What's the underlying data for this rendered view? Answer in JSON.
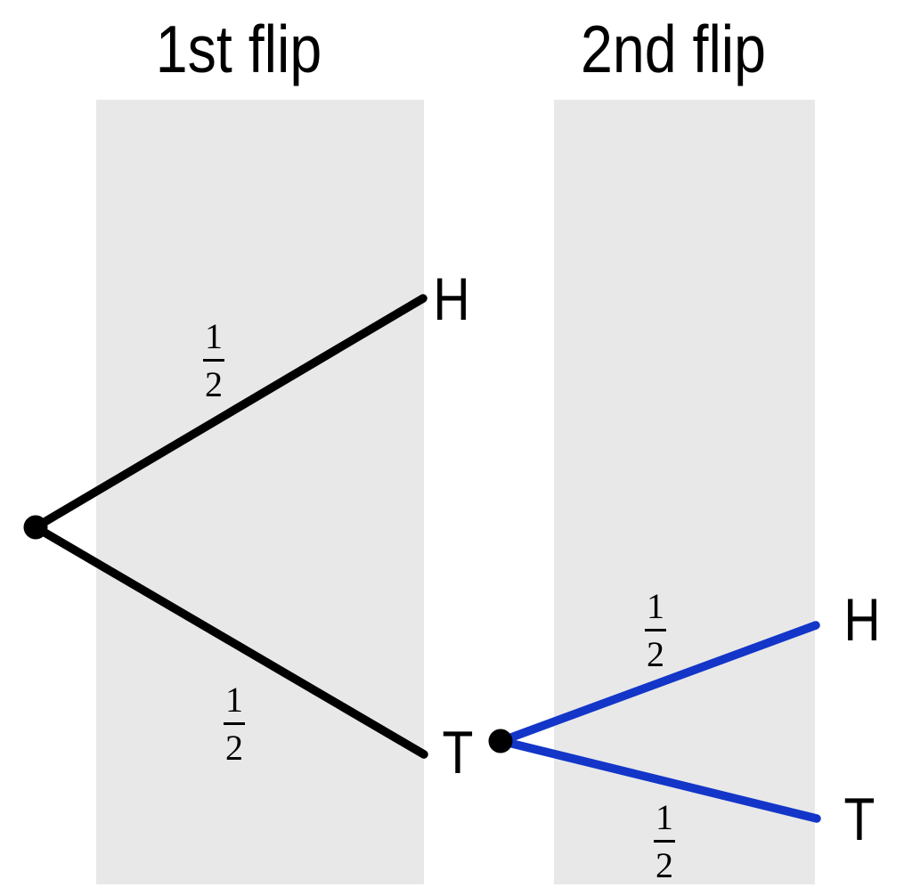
{
  "colors": {
    "first-branch": "#000000",
    "second-branch": "#1336c9",
    "column-band": "#e8e8e8",
    "node-dot": "#000000"
  },
  "headers": {
    "first_flip": "1st flip",
    "second_flip": "2nd flip"
  },
  "tree": {
    "first_flip": {
      "heads": {
        "label": "H",
        "prob_num": "1",
        "prob_den": "2"
      },
      "tails": {
        "label": "T",
        "prob_num": "1",
        "prob_den": "2"
      }
    },
    "second_flip": {
      "heads": {
        "label": "H",
        "prob_num": "1",
        "prob_den": "2"
      },
      "tails": {
        "label": "T",
        "prob_num": "1",
        "prob_den": "2"
      }
    }
  }
}
